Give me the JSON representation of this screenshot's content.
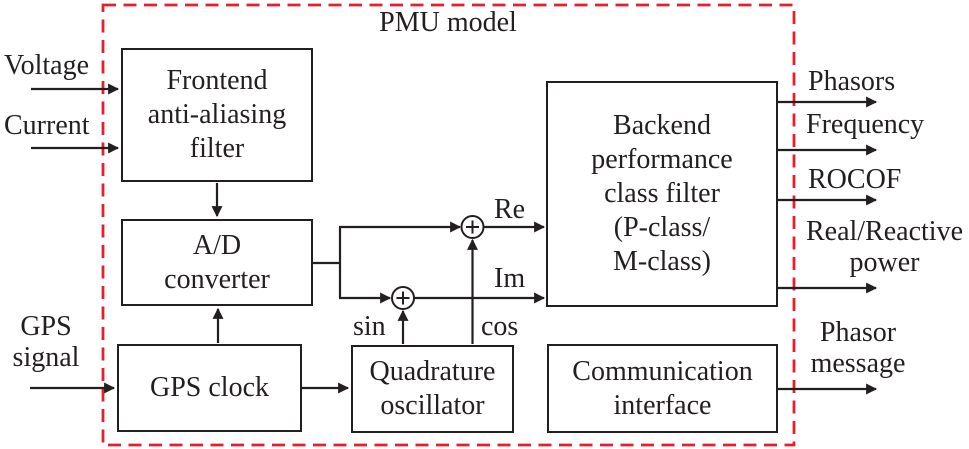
{
  "title": "PMU model",
  "colors": {
    "line": "#231f20",
    "dashed_border": "#e81e2d",
    "background": "#ffffff"
  },
  "blocks": {
    "frontend": "Frontend\nanti-aliasing\nfilter",
    "adc": "A/D\nconverter",
    "gps_clock": "GPS clock",
    "quadrature": "Quadrature\noscillator",
    "backend": "Backend\nperformance\nclass filter\n(P-class/\nM-class)",
    "comm": "Communication\ninterface"
  },
  "inputs": {
    "voltage": "Voltage",
    "current": "Current",
    "gps": "GPS\nsignal"
  },
  "outputs": {
    "phasors": "Phasors",
    "frequency": "Frequency",
    "rocof": "ROCOF",
    "power": "Real/Reactive\npower",
    "message": "Phasor\nmessage"
  },
  "signals": {
    "re": "Re",
    "im": "Im",
    "sin": "sin",
    "cos": "cos"
  }
}
